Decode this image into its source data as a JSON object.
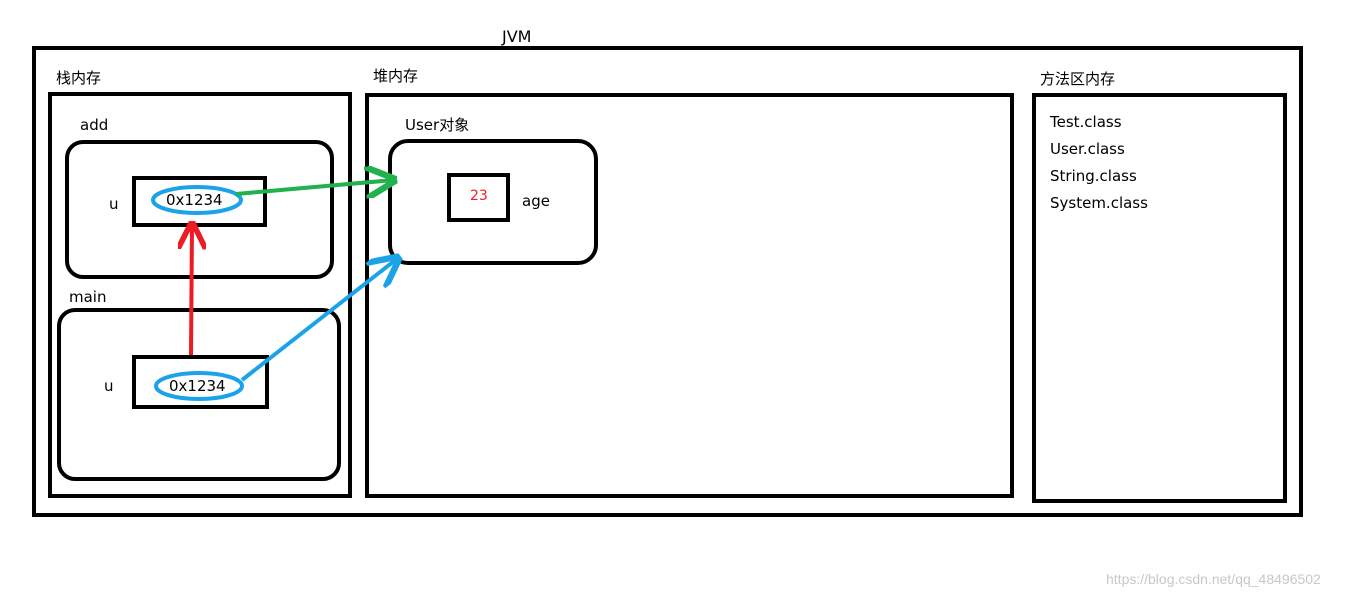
{
  "jvm": {
    "title": "JVM"
  },
  "stack": {
    "title": "栈内存",
    "frames": [
      {
        "name": "add",
        "var_name": "u",
        "var_value": "0x1234"
      },
      {
        "name": "main",
        "var_name": "u",
        "var_value": "0x1234"
      }
    ]
  },
  "heap": {
    "title": "堆内存",
    "object": {
      "title": "User对象",
      "field_value": "23",
      "field_name": "age"
    }
  },
  "method_area": {
    "title": "方法区内存",
    "classes": [
      "Test.class",
      "User.class",
      "String.class",
      "System.class"
    ]
  },
  "watermark": "https://blog.csdn.net/qq_48496502",
  "colors": {
    "outline": "#000000",
    "ellipse": "#1aa3e8",
    "green_arrow": "#22b14c",
    "red_arrow": "#ed1c24",
    "blue_arrow": "#1aa3e8",
    "value_text": "#ed1c24"
  }
}
